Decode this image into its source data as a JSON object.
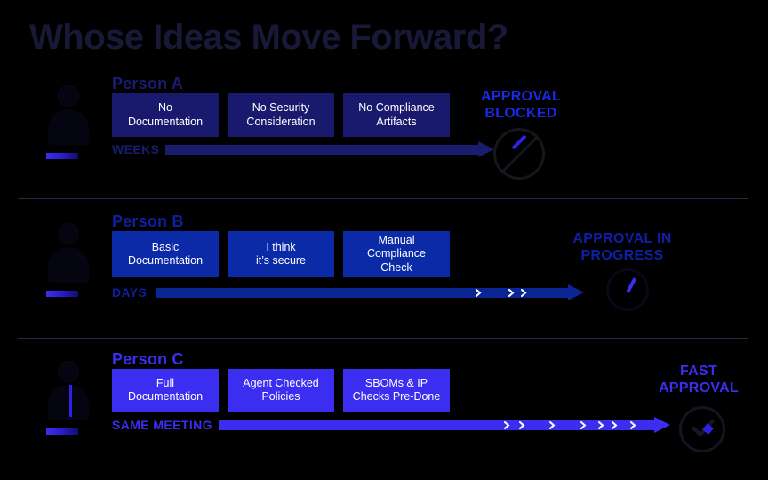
{
  "title": "Whose Ideas Move Forward?",
  "theme": {
    "background": "#000000",
    "title_color": "#191836",
    "divider_color": "#2a2747",
    "box_text_color": "#ffffff",
    "chevron_color": "#ffffff"
  },
  "rows": [
    {
      "id": "person-a",
      "person": "Person A",
      "person_color": "#191d6e",
      "box_color": "#191a6e",
      "arrow_color": "#191d6e",
      "timeline_label": "WEEKS",
      "timeline_label_color": "#191d6e",
      "chevron_count": 0,
      "stages": [
        "No\nDocumentation",
        "No Security\nConsideration",
        "No Compliance\nArtifacts"
      ],
      "stage_lines": [
        [
          "No",
          "Documentation"
        ],
        [
          "No Security",
          "Consideration"
        ],
        [
          "No Compliance",
          "Artifacts"
        ]
      ],
      "outcome_label_lines": [
        "APPROVAL",
        "BLOCKED"
      ],
      "outcome_label_color": "#1a2ae6",
      "outcome_icon": "blocked-circle-icon",
      "person_icon": "person-silhouette-icon"
    },
    {
      "id": "person-b",
      "person": "Person B",
      "person_color": "#0e1fa0",
      "box_color": "#0a2aa8",
      "arrow_color": "#0a2594",
      "timeline_label": "DAYS",
      "timeline_label_color": "#0e1fa0",
      "chevron_count": 3,
      "stages": [
        "Basic\nDocumentation",
        "I think\nit’s secure",
        "Manual\nCompliance\nCheck"
      ],
      "stage_lines": [
        [
          "Basic",
          "Documentation"
        ],
        [
          "I think",
          "it’s secure"
        ],
        [
          "Manual",
          "Compliance",
          "Check"
        ]
      ],
      "outcome_label_lines": [
        "APPROVAL IN",
        "PROGRESS"
      ],
      "outcome_label_color": "#0e1fa8",
      "outcome_icon": "clock-in-progress-icon",
      "person_icon": "person-silhouette-icon"
    },
    {
      "id": "person-c",
      "person": "Person C",
      "person_color": "#3b2ef0",
      "box_color": "#3b2ef0",
      "arrow_color": "#3b2ef0",
      "timeline_label": "SAME MEETING",
      "timeline_label_color": "#3b2ef0",
      "chevron_count": 7,
      "stages": [
        "Full\nDocumentation",
        "Agent Checked\nPolicies",
        "SBOMs & IP\nChecks Pre-Done"
      ],
      "stage_lines": [
        [
          "Full",
          "Documentation"
        ],
        [
          "Agent Checked",
          "Policies"
        ],
        [
          "SBOMs & IP",
          "Checks Pre-Done"
        ]
      ],
      "outcome_label_lines": [
        "FAST",
        "APPROVAL"
      ],
      "outcome_label_color": "#3b2ef0",
      "outcome_icon": "check-circle-icon",
      "person_icon": "person-silhouette-icon"
    }
  ]
}
